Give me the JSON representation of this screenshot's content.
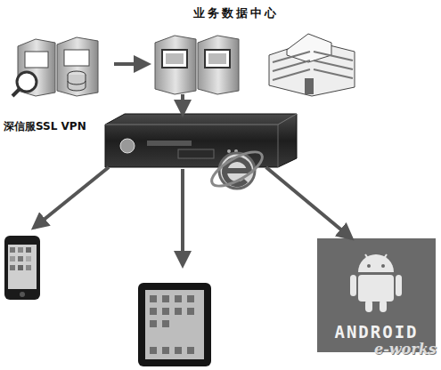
{
  "diagram": {
    "nodes": [
      {
        "text": [
          "业务数据中心"
        ]
      },
      {
        "text": [
          "深信服SSL VPN"
        ]
      },
      {
        "text": [
          "ANDROID"
        ]
      }
    ],
    "edges": [
      {
        "from": 0,
        "to": 1,
        "arrow": "to"
      },
      {
        "from": 1,
        "to": 2,
        "arrow": "to"
      }
    ],
    "labels": [
      "e-works"
    ]
  }
}
